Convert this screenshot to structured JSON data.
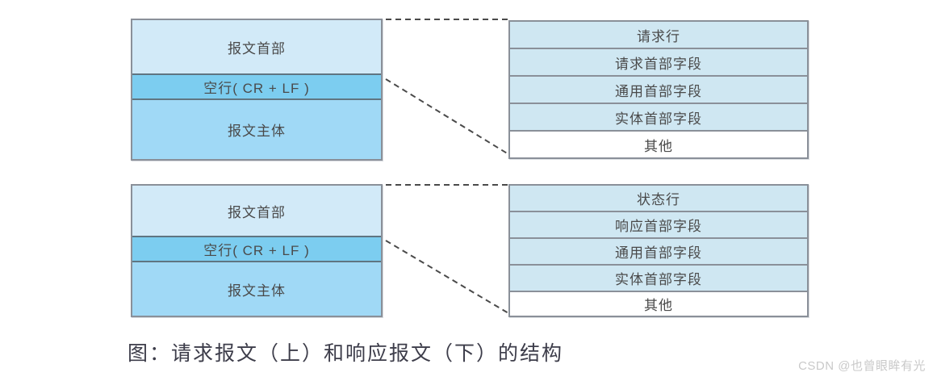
{
  "figure": {
    "caption": "图：请求报文（上）和响应报文（下）的结构",
    "watermark": "CSDN @也曾眼眸有光"
  },
  "colors": {
    "header_fill": "#d2eaf8",
    "blank_fill": "#7ccdf0",
    "body_fill": "#a0d9f6",
    "detail_fill": "#cfe7f2",
    "detail_last_fill": "#ffffff",
    "border": "#8a9099",
    "text": "#4a4a4a",
    "caption_text": "#3d3d4a",
    "watermark_text": "#c9c9c9",
    "background": "#ffffff"
  },
  "diagrams": [
    {
      "name": "request-message",
      "message_box": {
        "rows": [
          {
            "label": "报文首部",
            "kind": "header"
          },
          {
            "label": "空行( CR + LF )",
            "kind": "blank"
          },
          {
            "label": "报文主体",
            "kind": "body"
          }
        ]
      },
      "detail_panel": {
        "rows": [
          {
            "label": "请求行",
            "kind": "filled"
          },
          {
            "label": "请求首部字段",
            "kind": "filled"
          },
          {
            "label": "通用首部字段",
            "kind": "filled"
          },
          {
            "label": "实体首部字段",
            "kind": "filled"
          },
          {
            "label": "其他",
            "kind": "plain"
          }
        ]
      }
    },
    {
      "name": "response-message",
      "message_box": {
        "rows": [
          {
            "label": "报文首部",
            "kind": "header"
          },
          {
            "label": "空行( CR + LF )",
            "kind": "blank"
          },
          {
            "label": "报文主体",
            "kind": "body"
          }
        ]
      },
      "detail_panel": {
        "rows": [
          {
            "label": "状态行",
            "kind": "filled"
          },
          {
            "label": "响应首部字段",
            "kind": "filled"
          },
          {
            "label": "通用首部字段",
            "kind": "filled"
          },
          {
            "label": "实体首部字段",
            "kind": "filled"
          },
          {
            "label": "其他",
            "kind": "plain"
          }
        ]
      }
    }
  ]
}
